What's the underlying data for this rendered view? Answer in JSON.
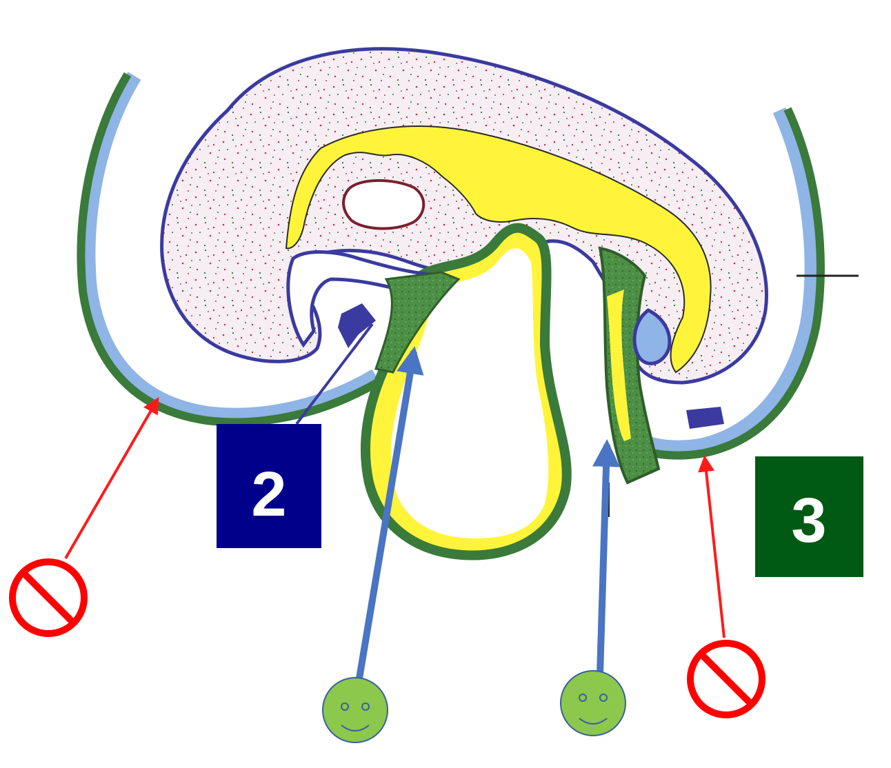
{
  "labels": {
    "box2": {
      "text": "2",
      "color": "#00008b"
    },
    "box3": {
      "text": "3",
      "color": "#005a14"
    }
  },
  "markers": {
    "forbidden": {
      "icon": "no-entry-icon",
      "color": "#ff0000",
      "count": 2
    },
    "correct": {
      "icon": "smiley-face-icon",
      "color": "#8cc84b",
      "count": 2
    }
  },
  "colors": {
    "mesoderm": "#f3e9ef",
    "outline": "#3a3aa0",
    "gut": "#fff43a",
    "membrane": "#3f8a3f",
    "membrane_inner": "#8fb4e6",
    "red_arrow": "#ff1a1a",
    "blue_arrow": "#4a74c4"
  }
}
